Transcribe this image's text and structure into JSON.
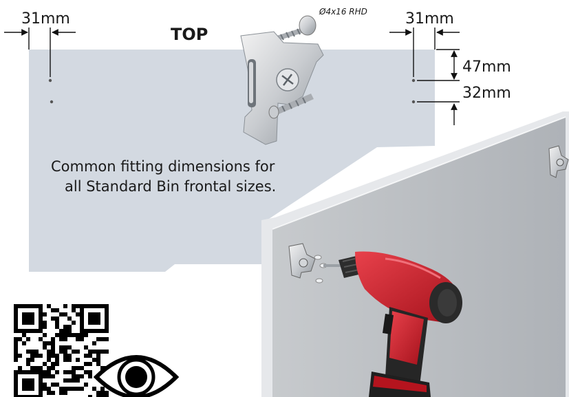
{
  "title": "TOP",
  "screw_label": "Ø4x16 RHD",
  "dimensions": {
    "left_offset": "31mm",
    "right_offset": "31mm",
    "vertical_upper": "47mm",
    "vertical_lower": "32mm"
  },
  "note": {
    "line1": "Common fitting dimensions for",
    "line2": "all Standard Bin frontal sizes."
  },
  "icons": {
    "qr": "qr-code-icon",
    "eye": "eye-icon",
    "drill": "drill-icon",
    "bracket": "bracket-icon",
    "screw": "screw-icon"
  },
  "colors": {
    "panel": "#d3d9e1",
    "door_face": "#b9bdc2",
    "door_edge": "#e4e6e9",
    "drill_body": "#d21f2b",
    "drill_dark": "#262626"
  }
}
